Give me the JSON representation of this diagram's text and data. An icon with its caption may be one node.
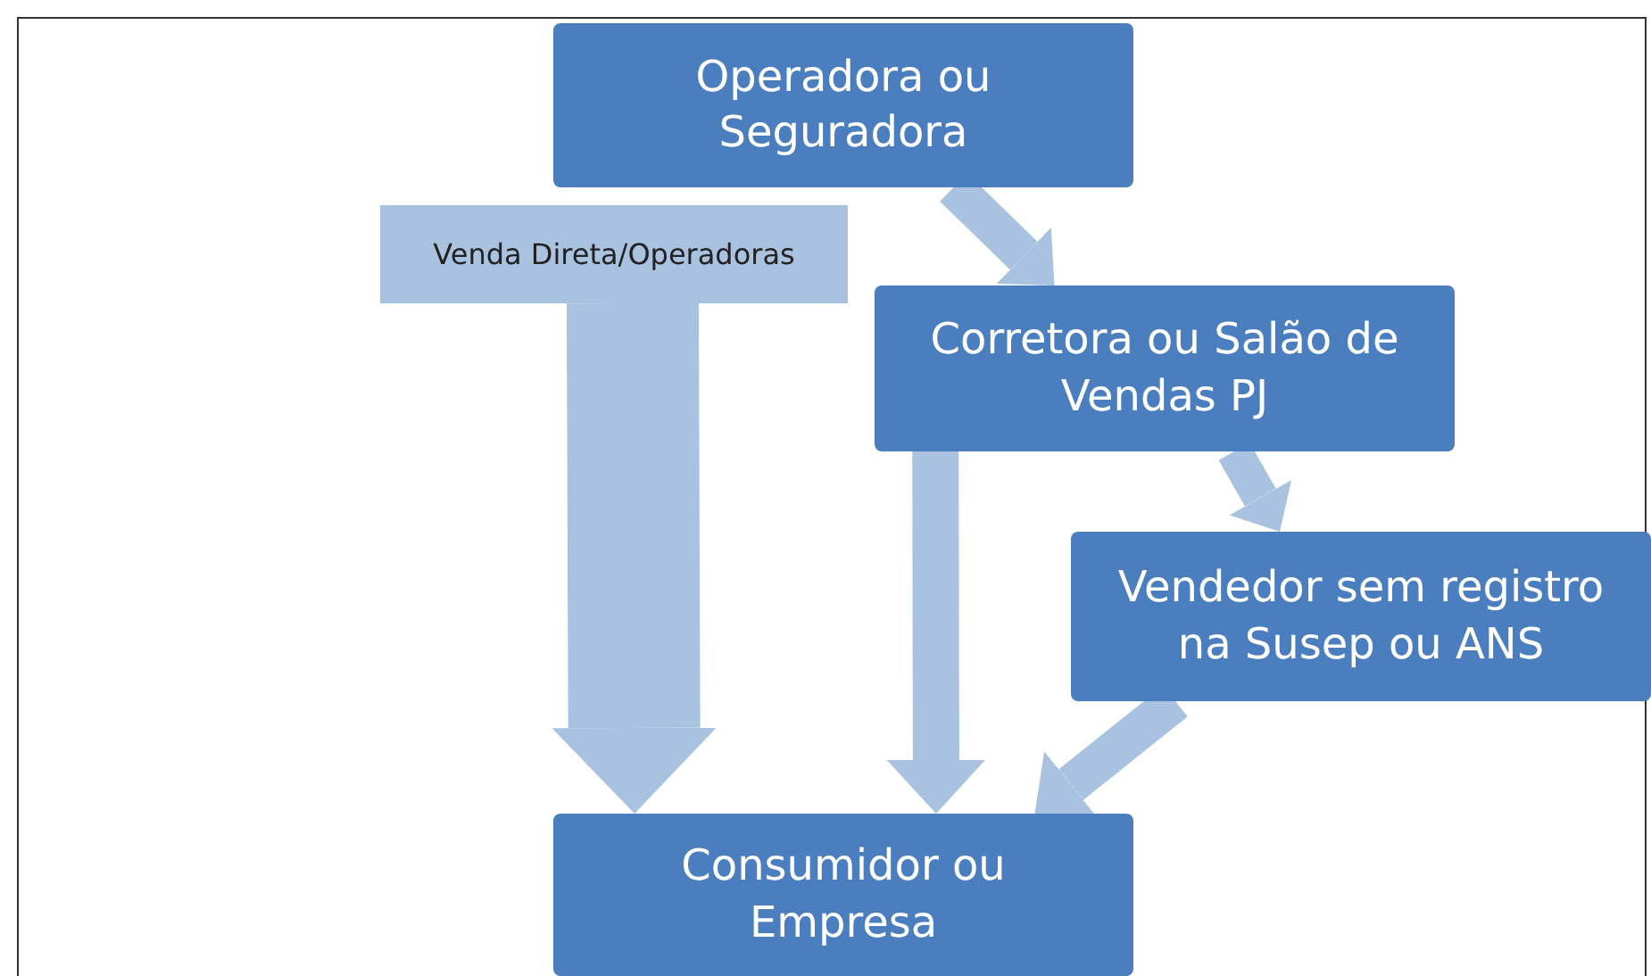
{
  "diagram": {
    "nodes": [
      {
        "text": [
          "Operadora ou Seguradora"
        ]
      },
      {
        "text": [
          "Corretora ou Salão de Vendas PJ"
        ]
      },
      {
        "text": [
          "Vendedor sem registro na Susep ou ANS"
        ]
      },
      {
        "text": [
          "Consumidor ou Empresa"
        ]
      },
      {
        "text": [
          "Venda Direta/Operadoras"
        ]
      }
    ],
    "edges": [
      {
        "from": 0,
        "to": 1,
        "arrow": "to"
      },
      {
        "from": 4,
        "to": 3,
        "arrow": "to",
        "style": "thick"
      },
      {
        "from": 1,
        "to": 2,
        "arrow": "to"
      },
      {
        "from": 1,
        "to": 3,
        "arrow": "to"
      },
      {
        "from": 2,
        "to": 3,
        "arrow": "to"
      }
    ]
  }
}
